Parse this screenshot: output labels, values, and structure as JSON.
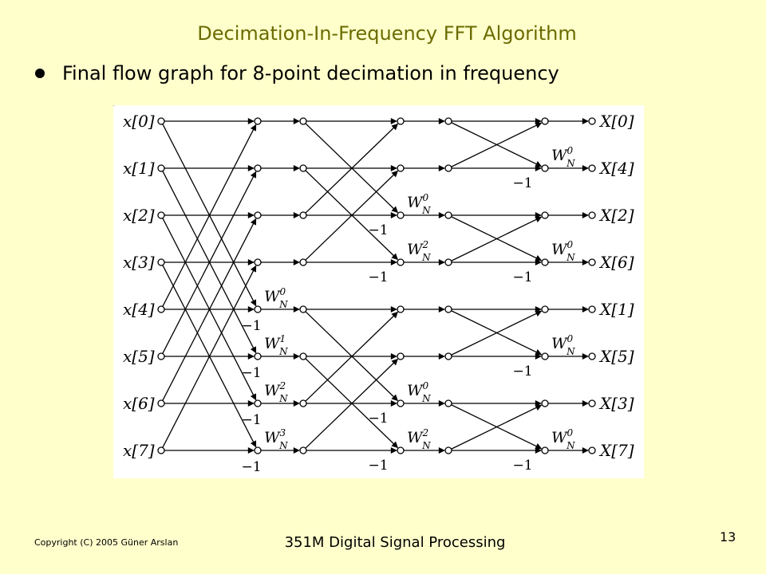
{
  "slide": {
    "title": "Decimation-In-Frequency FFT Algorithm",
    "bullet": "Final flow graph for 8-point decimation in frequency",
    "footer_copyright": "Copyright (C) 2005 Güner Arslan",
    "footer_course": "351M Digital Signal Processing",
    "page_number": "13"
  },
  "diagram": {
    "inputs": [
      "x[0]",
      "x[1]",
      "x[2]",
      "x[3]",
      "x[4]",
      "x[5]",
      "x[6]",
      "x[7]"
    ],
    "outputs": [
      "X[0]",
      "X[4]",
      "X[2]",
      "X[6]",
      "X[1]",
      "X[5]",
      "X[3]",
      "X[7]"
    ],
    "twiddle_symbol": "W",
    "twiddle_subscript": "N",
    "minus_one": "−1",
    "stage1_twiddle_exponents": [
      "0",
      "1",
      "2",
      "3"
    ],
    "stage2_twiddle_exponents": [
      "0",
      "2",
      "0",
      "2"
    ],
    "stage3_twiddle_exponents": [
      "0",
      "0",
      "0",
      "0"
    ]
  }
}
